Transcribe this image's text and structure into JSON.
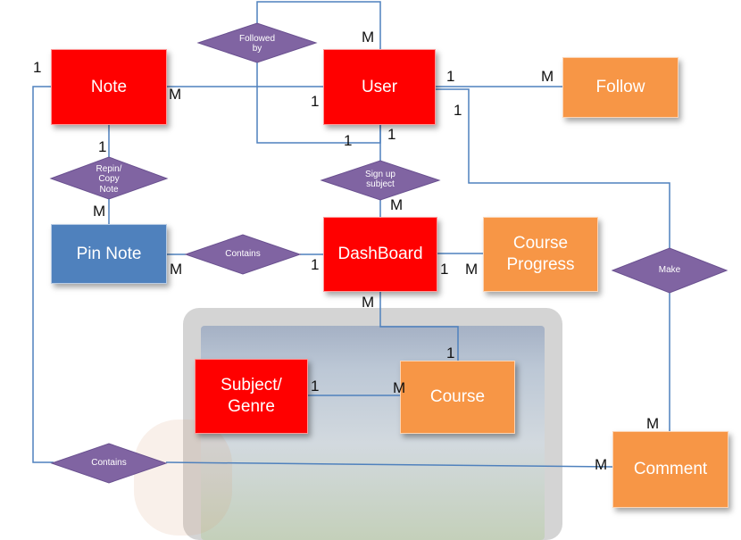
{
  "colors": {
    "entity_primary": "#ff0000",
    "entity_secondary": "#f79646",
    "entity_pin": "#4f81bd",
    "relationship": "#8064a2",
    "line": "#4f81bd"
  },
  "entities": {
    "note": "Note",
    "user": "User",
    "follow": "Follow",
    "pin_note": "Pin Note",
    "dashboard": "DashBoard",
    "course_progress": "Course\nProgress",
    "subject_genre": "Subject/\nGenre",
    "course": "Course",
    "comment": "Comment"
  },
  "relationships": {
    "followed_by": "Followed\nby",
    "repin_copy_note": "Repin/\nCopy\nNote",
    "sign_up_subject": "Sign up\nsubject",
    "contains_pin": "Contains",
    "make": "Make",
    "contains_comment": "Contains"
  },
  "cardinalities": {
    "note_1_left": "1",
    "note_m_right": "M",
    "note_1_bottom": "1",
    "repin_m": "M",
    "user_m_top": "M",
    "user_1_left": "1",
    "user_1_right": "1",
    "user_1_right_low": "1",
    "user_1_bottom_left": "1",
    "user_1_bottom_right": "1",
    "follow_m": "M",
    "signup_m": "M",
    "pin_m": "M",
    "dash_1_left": "1",
    "dash_1_right": "1",
    "progress_m": "M",
    "dash_m_bottom": "M",
    "course_1_top": "1",
    "subject_1": "1",
    "course_m_left": "M",
    "comment_m_top": "M",
    "comment_m_left": "M"
  }
}
